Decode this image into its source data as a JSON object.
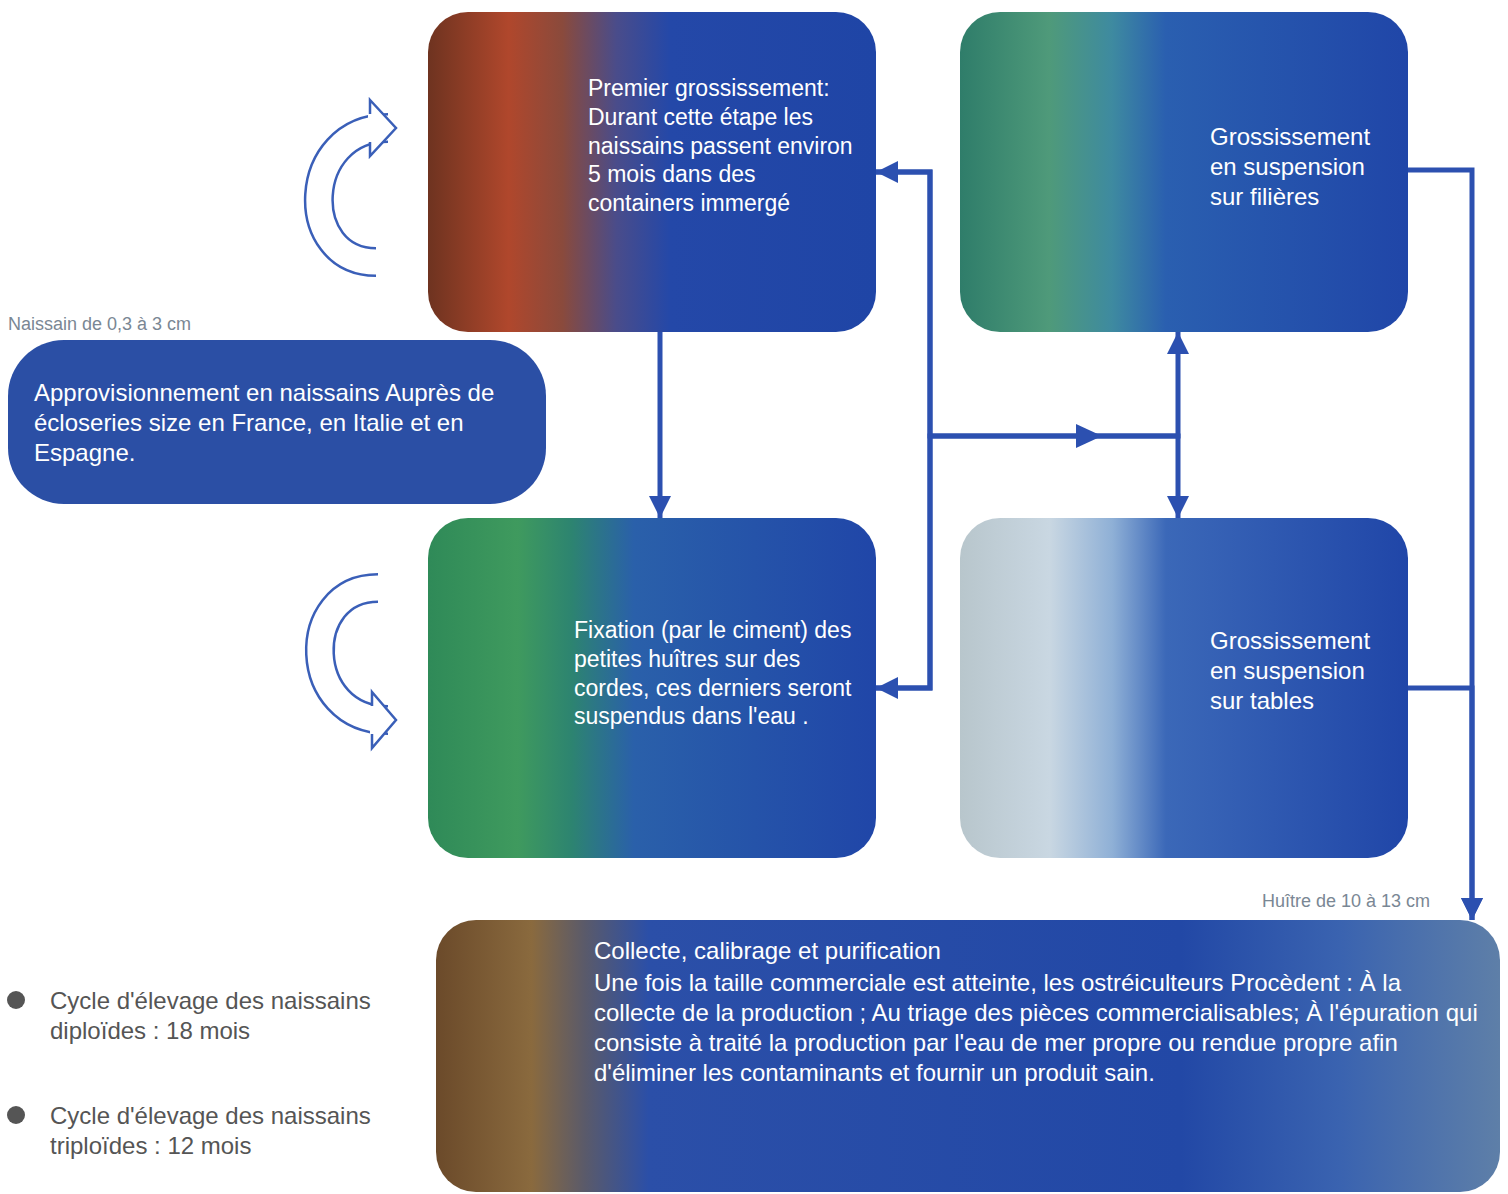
{
  "diagram": {
    "nodes": [
      {
        "text": [
          "Premier grossissement: Durant cette étape les naissains passent environ 5 mois dans des containers immergé"
        ]
      },
      {
        "text": [
          "Grossissement en suspension sur filières"
        ]
      },
      {
        "text": [
          "Approvisionnement en naissains Auprès de écloseries size en France, en Italie et en Espagne."
        ]
      },
      {
        "text": [
          "Fixation (par le ciment) des petites huîtres sur des cordes, ces derniers seront suspendus dans l'eau ."
        ]
      },
      {
        "text": [
          "Grossissement en suspension sur tables"
        ]
      },
      {
        "text": [
          "Collecte, calibrage et purification",
          "Une fois la taille commerciale est atteinte, les ostréiculteurs Procèdent : À la collecte de la production ; Au triage des pièces commercialisables; À l'épuration qui consiste à traité la production par l'eau de mer propre ou rendue propre afin d'éliminer les contaminants et fournir un produit sain."
        ]
      }
    ],
    "edges": [
      {
        "from": 0,
        "to": 3,
        "arrow": "to"
      },
      {
        "from": 3,
        "to": 0,
        "arrow": "both"
      },
      {
        "from": 0,
        "to": 1,
        "arrow": "to"
      },
      {
        "from": 3,
        "to": 4,
        "arrow": "to"
      },
      {
        "from": 1,
        "to": 5,
        "arrow": "to"
      },
      {
        "from": 4,
        "to": 5,
        "arrow": "to"
      }
    ],
    "labels": [
      "Naissain de 0,3 à 3 cm",
      "Huître de 10 à 13 cm",
      "Cycle d'élevage des naissains diploïdes : 18 mois",
      "Cycle d'élevage des naissains triploïdes : 12 mois"
    ]
  }
}
